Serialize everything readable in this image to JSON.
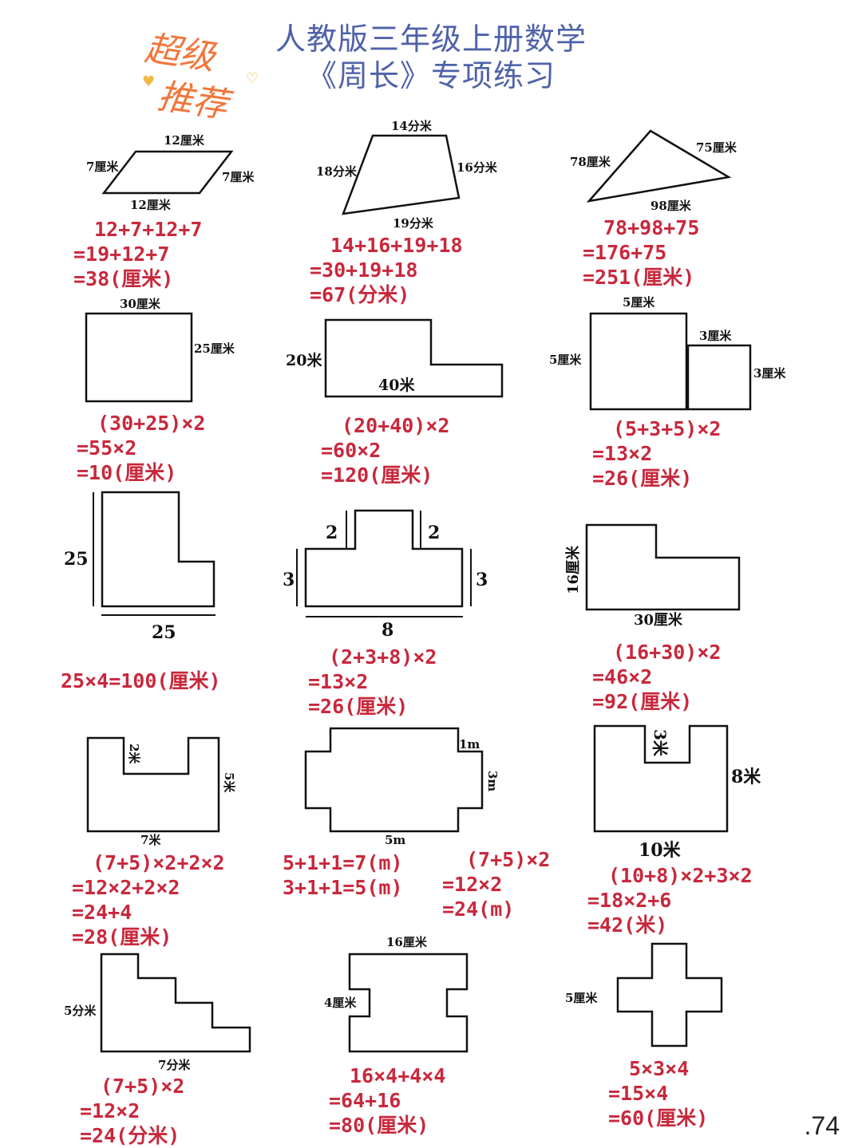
{
  "header": {
    "title_line1": "人教版三年级上册数学",
    "title_line2": "《周长》专项练习",
    "stamp_line1": "超级",
    "stamp_line2": "推荐"
  },
  "colors": {
    "title": "#4f62a9",
    "answer": "#c8283c",
    "stamp": "#f0763b"
  },
  "problems": [
    {
      "labels": [
        "12厘米",
        "7厘米",
        "7厘米",
        "12厘米"
      ],
      "lines": [
        "12+7+12+7",
        "=19+12+7",
        "=38(厘米)"
      ]
    },
    {
      "labels": [
        "14分米",
        "18分米",
        "16分米",
        "19分米"
      ],
      "lines": [
        "14+16+19+18",
        "=30+19+18",
        "=67(分米)"
      ]
    },
    {
      "labels": [
        "78厘米",
        "75厘米",
        "98厘米"
      ],
      "lines": [
        "78+98+75",
        "=176+75",
        "=251(厘米)"
      ]
    },
    {
      "labels": [
        "30厘米",
        "25厘米"
      ],
      "lines": [
        "(30+25)×2",
        "=55×2",
        "=10(厘米)"
      ]
    },
    {
      "labels": [
        "20米",
        "40米"
      ],
      "lines": [
        "(20+40)×2",
        "=60×2",
        "=120(厘米)"
      ]
    },
    {
      "labels": [
        "5厘米",
        "5厘米",
        "3厘米",
        "3厘米"
      ],
      "lines": [
        "(5+3+5)×2",
        "=13×2",
        "=26(厘米)"
      ]
    },
    {
      "labels": [
        "25",
        "25"
      ],
      "lines": [
        "25×4=100(厘米)"
      ]
    },
    {
      "labels": [
        "2",
        "2",
        "3",
        "3",
        "8"
      ],
      "lines": [
        "(2+3+8)×2",
        "=13×2",
        "=26(厘米)"
      ]
    },
    {
      "labels": [
        "16厘米",
        "30厘米"
      ],
      "lines": [
        "(16+30)×2",
        "=46×2",
        "=92(厘米)"
      ]
    },
    {
      "labels": [
        "2米",
        "5米",
        "7米"
      ],
      "lines": [
        "(7+5)×2+2×2",
        "=12×2+2×2",
        "=24+4",
        "=28(厘米)"
      ]
    },
    {
      "labels": [
        "1m",
        "3m",
        "5m"
      ],
      "lines_a": [
        "5+1+1=7(m)",
        "3+1+1=5(m)"
      ],
      "lines_b": [
        "(7+5)×2",
        "=12×2",
        "=24(m)"
      ]
    },
    {
      "labels": [
        "3米",
        "8米",
        "10米"
      ],
      "lines": [
        "(10+8)×2+3×2",
        "=18×2+6",
        "=42(米)"
      ]
    },
    {
      "labels": [
        "5分米",
        "7分米"
      ],
      "lines": [
        "(7+5)×2",
        "=12×2",
        "=24(分米)"
      ]
    },
    {
      "labels": [
        "16厘米",
        "4厘米"
      ],
      "lines": [
        "16×4+4×4",
        "=64+16",
        "=80(厘米)"
      ]
    },
    {
      "labels": [
        "5厘米"
      ],
      "lines": [
        "5×3×4",
        "=15×4",
        "=60(厘米)"
      ]
    }
  ],
  "page_number": ".74"
}
